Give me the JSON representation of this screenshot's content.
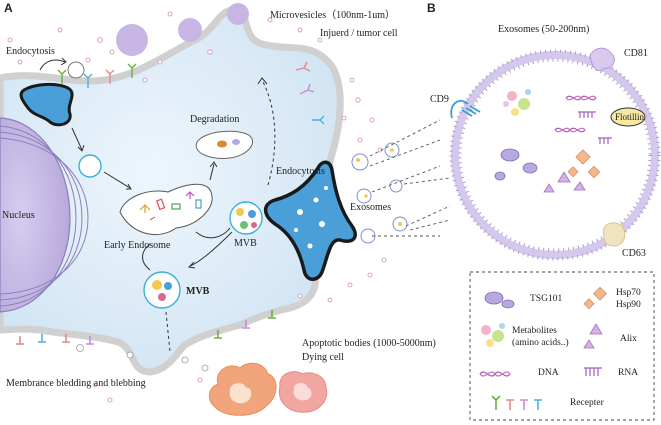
{
  "panels": {
    "a": "A",
    "b": "B"
  },
  "labels": {
    "microvesicles": "Microvesicles（100nm-1um）",
    "injured_cell": "Injuerd / tumor cell",
    "endocytosis_left": "Endocytosis",
    "degradation": "Degradation",
    "nucleus": "Nucleus",
    "early_endosome": "Early Endosome",
    "mvb_center": "MVB",
    "mvb_bottom": "MVB",
    "endocytosis_right": "Endocytosis",
    "exosomes_small": "Exosomes",
    "apoptotic": "Apoptotic bodies (1000-5000nm)",
    "dying_cell": "Dying cell",
    "membrane": "Membrance bledding  and blebbing",
    "exosome_title": "Exosomes (50-200nm)",
    "cd81": "CD81",
    "cd9": "CD9",
    "flotillin": "Flotillin",
    "cd63": "CD63"
  },
  "legend": {
    "tsg101": "TSG101",
    "hsp70": "Hsp70",
    "hsp90": "Hsp90",
    "metabolites_1": "Metabolites",
    "metabolites_2": "(amino acids..)",
    "alix": "Alix",
    "dna": "DNA",
    "rna": "RNA",
    "receptor": "Recepter"
  },
  "colors": {
    "cell_fill": "#dcebf7",
    "cell_stroke": "#c8c8c8",
    "nucleus": "#c9bde6",
    "endocytosis_blue": "#4a9fd8",
    "membrane_purple": "#c7b6e3",
    "apoptotic_orange": "#f2a57c",
    "apoptotic_pink": "#f2a6a0"
  }
}
